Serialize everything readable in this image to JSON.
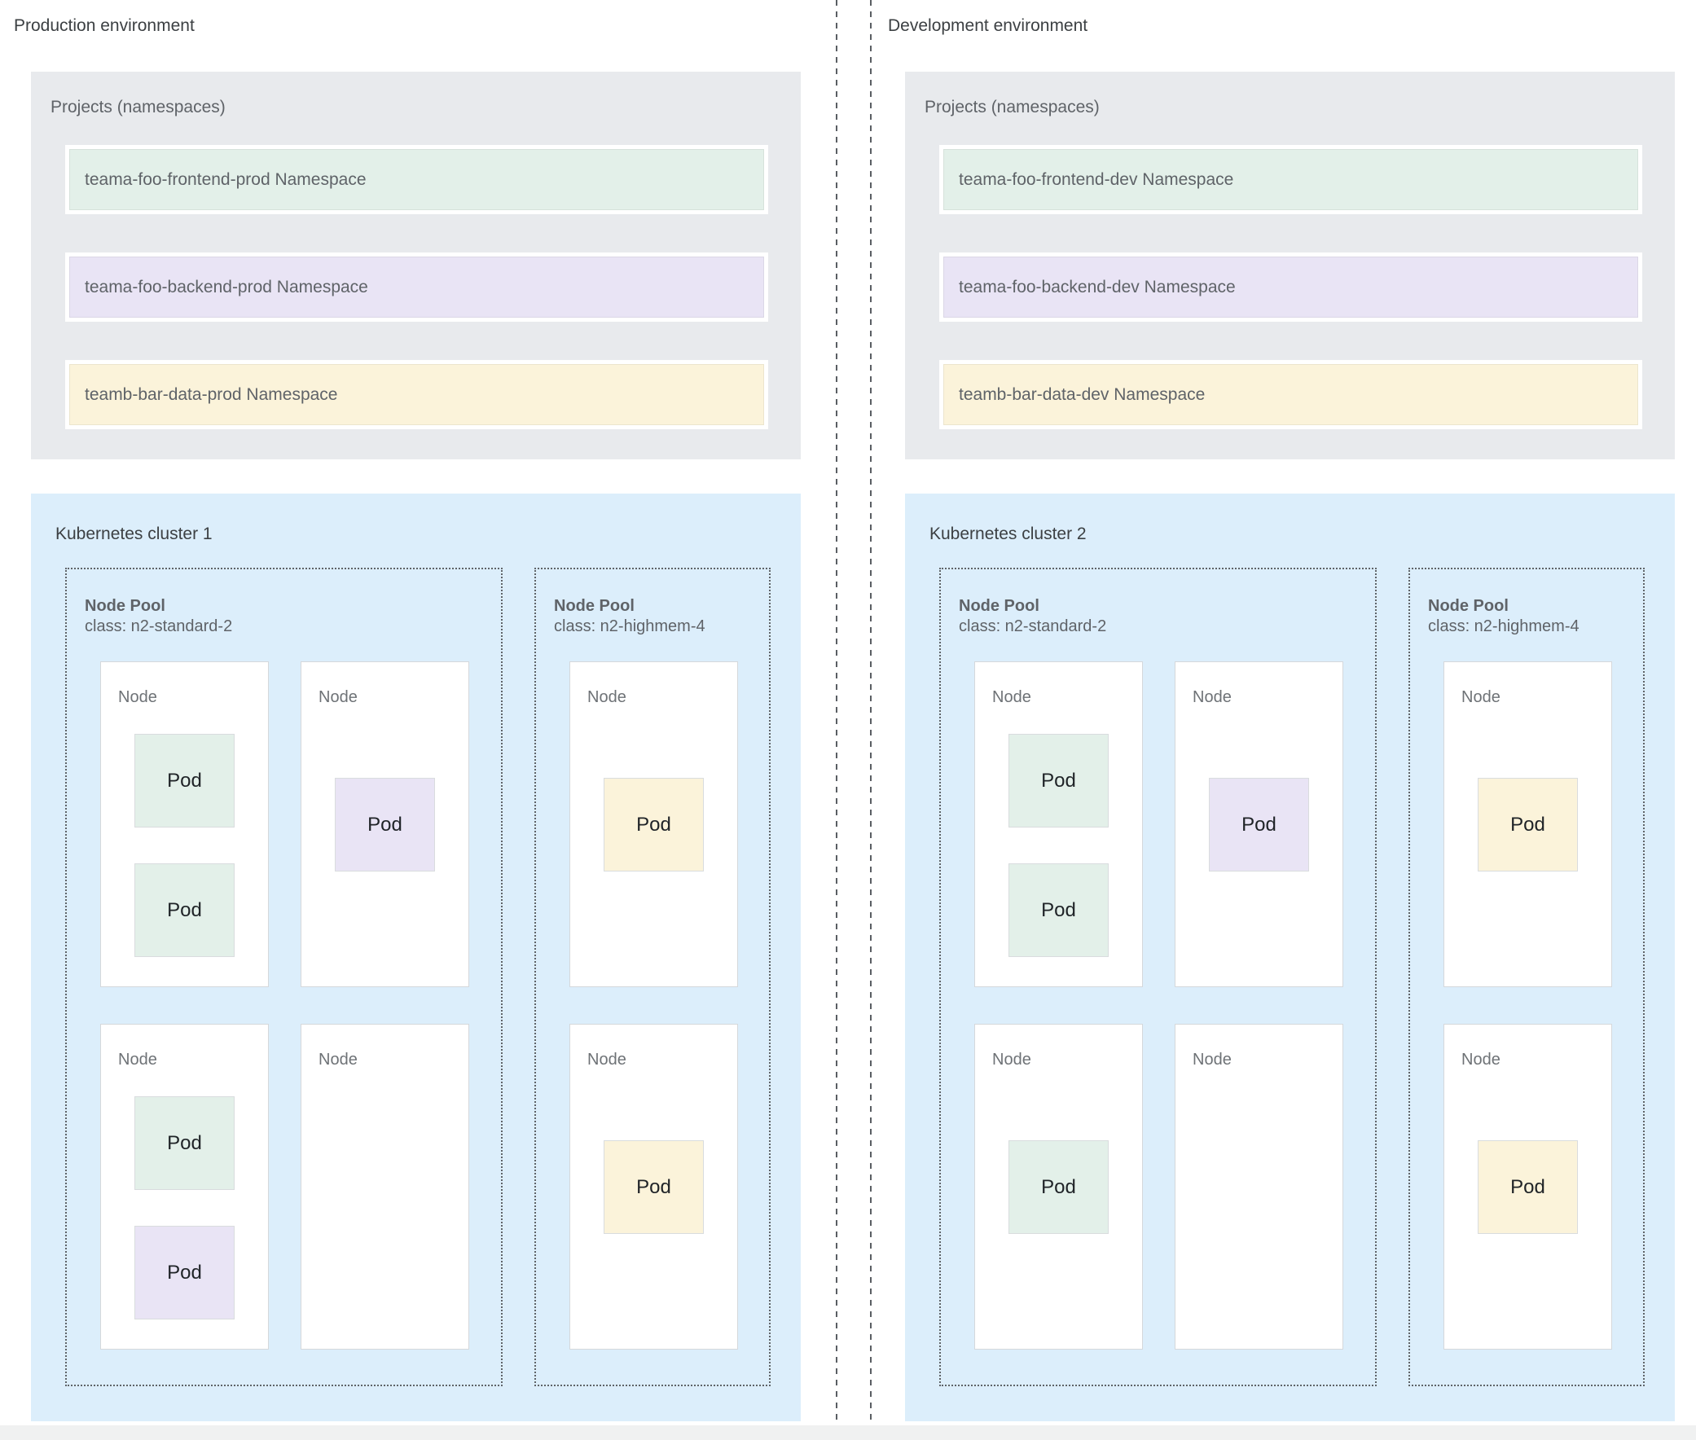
{
  "palette": {
    "projects_box_bg": "#e8eaed",
    "cluster_box_bg": "#dceefb",
    "namespace_green": "#e3f0e9",
    "namespace_purple": "#e9e4f5",
    "namespace_yellow": "#fbf3da",
    "dashed_border": "#5f6368",
    "node_border": "#d5d8db",
    "title_text": "#3c4043",
    "label_text": "#5f6368"
  },
  "environments": [
    {
      "name": "environment-production",
      "side": "left",
      "title": "Production environment",
      "projects": {
        "title": "Projects (namespaces)",
        "namespaces": [
          {
            "label": "teama-foo-frontend-prod Namespace",
            "color": "green"
          },
          {
            "label": "teama-foo-backend-prod Namespace",
            "color": "purple"
          },
          {
            "label": "teamb-bar-data-prod Namespace",
            "color": "yellow"
          }
        ]
      },
      "cluster": {
        "title": "Kubernetes cluster 1",
        "node_pools": [
          {
            "size": "two-col",
            "title": "Node Pool",
            "class_label": "class: n2-standard-2",
            "nodes": [
              {
                "label": "Node",
                "layout": "stacked-top",
                "pods": [
                  {
                    "label": "Pod",
                    "color": "green"
                  },
                  {
                    "label": "Pod",
                    "color": "green"
                  }
                ]
              },
              {
                "label": "Node",
                "layout": "single-middle",
                "pods": [
                  {
                    "label": "Pod",
                    "color": "purple"
                  }
                ]
              },
              {
                "label": "Node",
                "layout": "stacked-top",
                "pods": [
                  {
                    "label": "Pod",
                    "color": "green"
                  },
                  {
                    "label": "Pod",
                    "color": "purple"
                  }
                ]
              },
              {
                "label": "Node",
                "layout": "empty",
                "pods": []
              }
            ]
          },
          {
            "size": "one-col",
            "title": "Node Pool",
            "class_label": "class: n2-highmem-4",
            "nodes": [
              {
                "label": "Node",
                "layout": "single-middle",
                "pods": [
                  {
                    "label": "Pod",
                    "color": "yellow"
                  }
                ]
              },
              {
                "label": "Node",
                "layout": "single-middle",
                "pods": [
                  {
                    "label": "Pod",
                    "color": "yellow"
                  }
                ]
              }
            ]
          }
        ]
      }
    },
    {
      "name": "environment-development",
      "side": "right",
      "title": "Development environment",
      "projects": {
        "title": "Projects (namespaces)",
        "namespaces": [
          {
            "label": "teama-foo-frontend-dev Namespace",
            "color": "green"
          },
          {
            "label": "teama-foo-backend-dev Namespace",
            "color": "purple"
          },
          {
            "label": "teamb-bar-data-dev Namespace",
            "color": "yellow"
          }
        ]
      },
      "cluster": {
        "title": "Kubernetes cluster 2",
        "node_pools": [
          {
            "size": "two-col",
            "title": "Node Pool",
            "class_label": "class: n2-standard-2",
            "nodes": [
              {
                "label": "Node",
                "layout": "stacked-top",
                "pods": [
                  {
                    "label": "Pod",
                    "color": "green"
                  },
                  {
                    "label": "Pod",
                    "color": "green"
                  }
                ]
              },
              {
                "label": "Node",
                "layout": "single-middle",
                "pods": [
                  {
                    "label": "Pod",
                    "color": "purple"
                  }
                ]
              },
              {
                "label": "Node",
                "layout": "single-middle",
                "pods": [
                  {
                    "label": "Pod",
                    "color": "green"
                  }
                ]
              },
              {
                "label": "Node",
                "layout": "empty",
                "pods": []
              }
            ]
          },
          {
            "size": "one-col",
            "title": "Node Pool",
            "class_label": "class: n2-highmem-4",
            "nodes": [
              {
                "label": "Node",
                "layout": "single-middle",
                "pods": [
                  {
                    "label": "Pod",
                    "color": "yellow"
                  }
                ]
              },
              {
                "label": "Node",
                "layout": "single-middle",
                "pods": [
                  {
                    "label": "Pod",
                    "color": "yellow"
                  }
                ]
              }
            ]
          }
        ]
      }
    }
  ]
}
